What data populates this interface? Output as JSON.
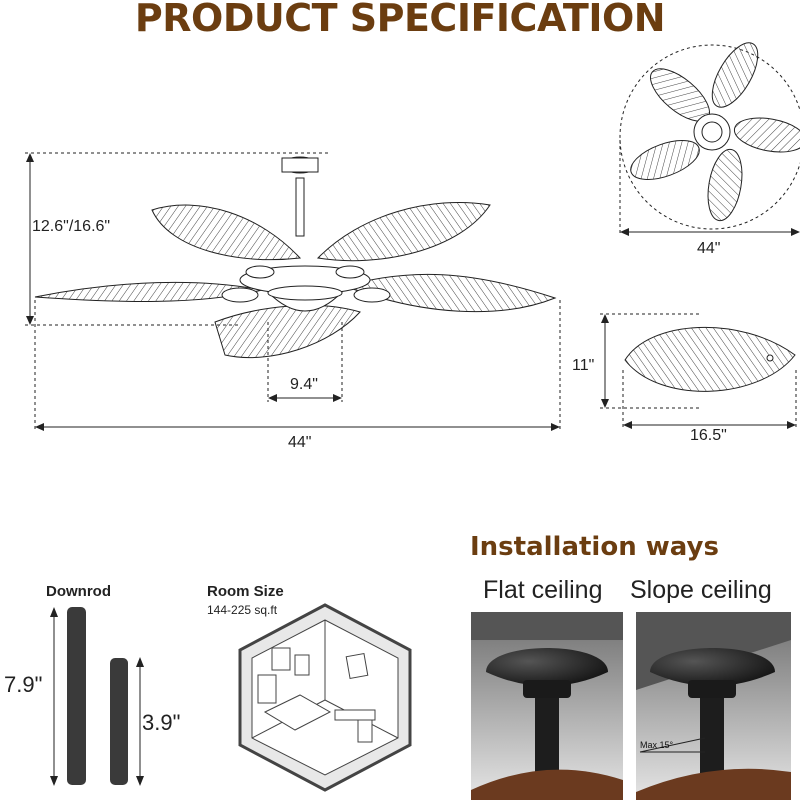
{
  "colors": {
    "title": "#6b3d10",
    "installation_heading": "#6b3d10",
    "lines": "#222222",
    "rod": "#3a3a3a",
    "photo_bg": "#5a5a5a"
  },
  "title": "PRODUCT SPECIFICATION",
  "main_view": {
    "height_label": "12.6\"/16.6\"",
    "housing_width_label": "9.4\"",
    "overall_width_label": "44\""
  },
  "top_view": {
    "diameter_label": "44\""
  },
  "blade_view": {
    "height_label": "11\"",
    "length_label": "16.5\""
  },
  "downrod": {
    "title": "Downrod",
    "long_label": "7.9\"",
    "short_label": "3.9\""
  },
  "room": {
    "title": "Room Size",
    "area": "144-225 sq.ft"
  },
  "installation": {
    "heading": "Installation ways",
    "flat_label": "Flat ceiling",
    "slope_label": "Slope ceiling",
    "max_angle_label": "Max 15°"
  }
}
